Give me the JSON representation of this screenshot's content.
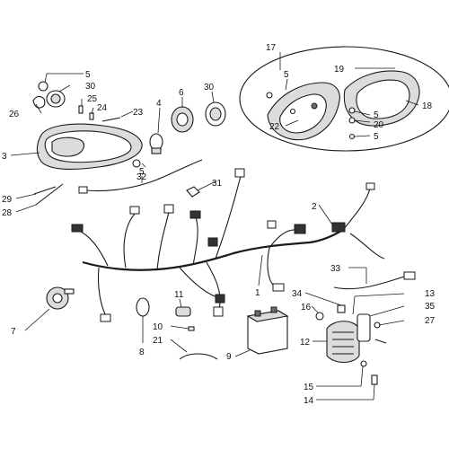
{
  "diagram": {
    "callouts": [
      {
        "id": "c1",
        "label": "1"
      },
      {
        "id": "c2",
        "label": "2"
      },
      {
        "id": "c3",
        "label": "3"
      },
      {
        "id": "c4",
        "label": "4"
      },
      {
        "id": "c5a",
        "label": "5"
      },
      {
        "id": "c5b",
        "label": "5"
      },
      {
        "id": "c5c",
        "label": "5"
      },
      {
        "id": "c5d",
        "label": "5"
      },
      {
        "id": "c5e",
        "label": "5"
      },
      {
        "id": "c6",
        "label": "6"
      },
      {
        "id": "c7",
        "label": "7"
      },
      {
        "id": "c8",
        "label": "8"
      },
      {
        "id": "c9",
        "label": "9"
      },
      {
        "id": "c10",
        "label": "10"
      },
      {
        "id": "c11",
        "label": "11"
      },
      {
        "id": "c12",
        "label": "12"
      },
      {
        "id": "c13",
        "label": "13"
      },
      {
        "id": "c14",
        "label": "14"
      },
      {
        "id": "c15",
        "label": "15"
      },
      {
        "id": "c16",
        "label": "16"
      },
      {
        "id": "c17",
        "label": "17"
      },
      {
        "id": "c18",
        "label": "18"
      },
      {
        "id": "c19",
        "label": "19"
      },
      {
        "id": "c20",
        "label": "20"
      },
      {
        "id": "c21",
        "label": "21"
      },
      {
        "id": "c22",
        "label": "22"
      },
      {
        "id": "c23",
        "label": "23"
      },
      {
        "id": "c24",
        "label": "24"
      },
      {
        "id": "c25",
        "label": "25"
      },
      {
        "id": "c26",
        "label": "26"
      },
      {
        "id": "c27",
        "label": "27"
      },
      {
        "id": "c28",
        "label": "28"
      },
      {
        "id": "c29",
        "label": "29"
      },
      {
        "id": "c30a",
        "label": "30"
      },
      {
        "id": "c30b",
        "label": "30"
      },
      {
        "id": "c31",
        "label": "31"
      },
      {
        "id": "c32",
        "label": "32"
      },
      {
        "id": "c33",
        "label": "33"
      },
      {
        "id": "c34",
        "label": "34"
      },
      {
        "id": "c35",
        "label": "35"
      }
    ]
  }
}
